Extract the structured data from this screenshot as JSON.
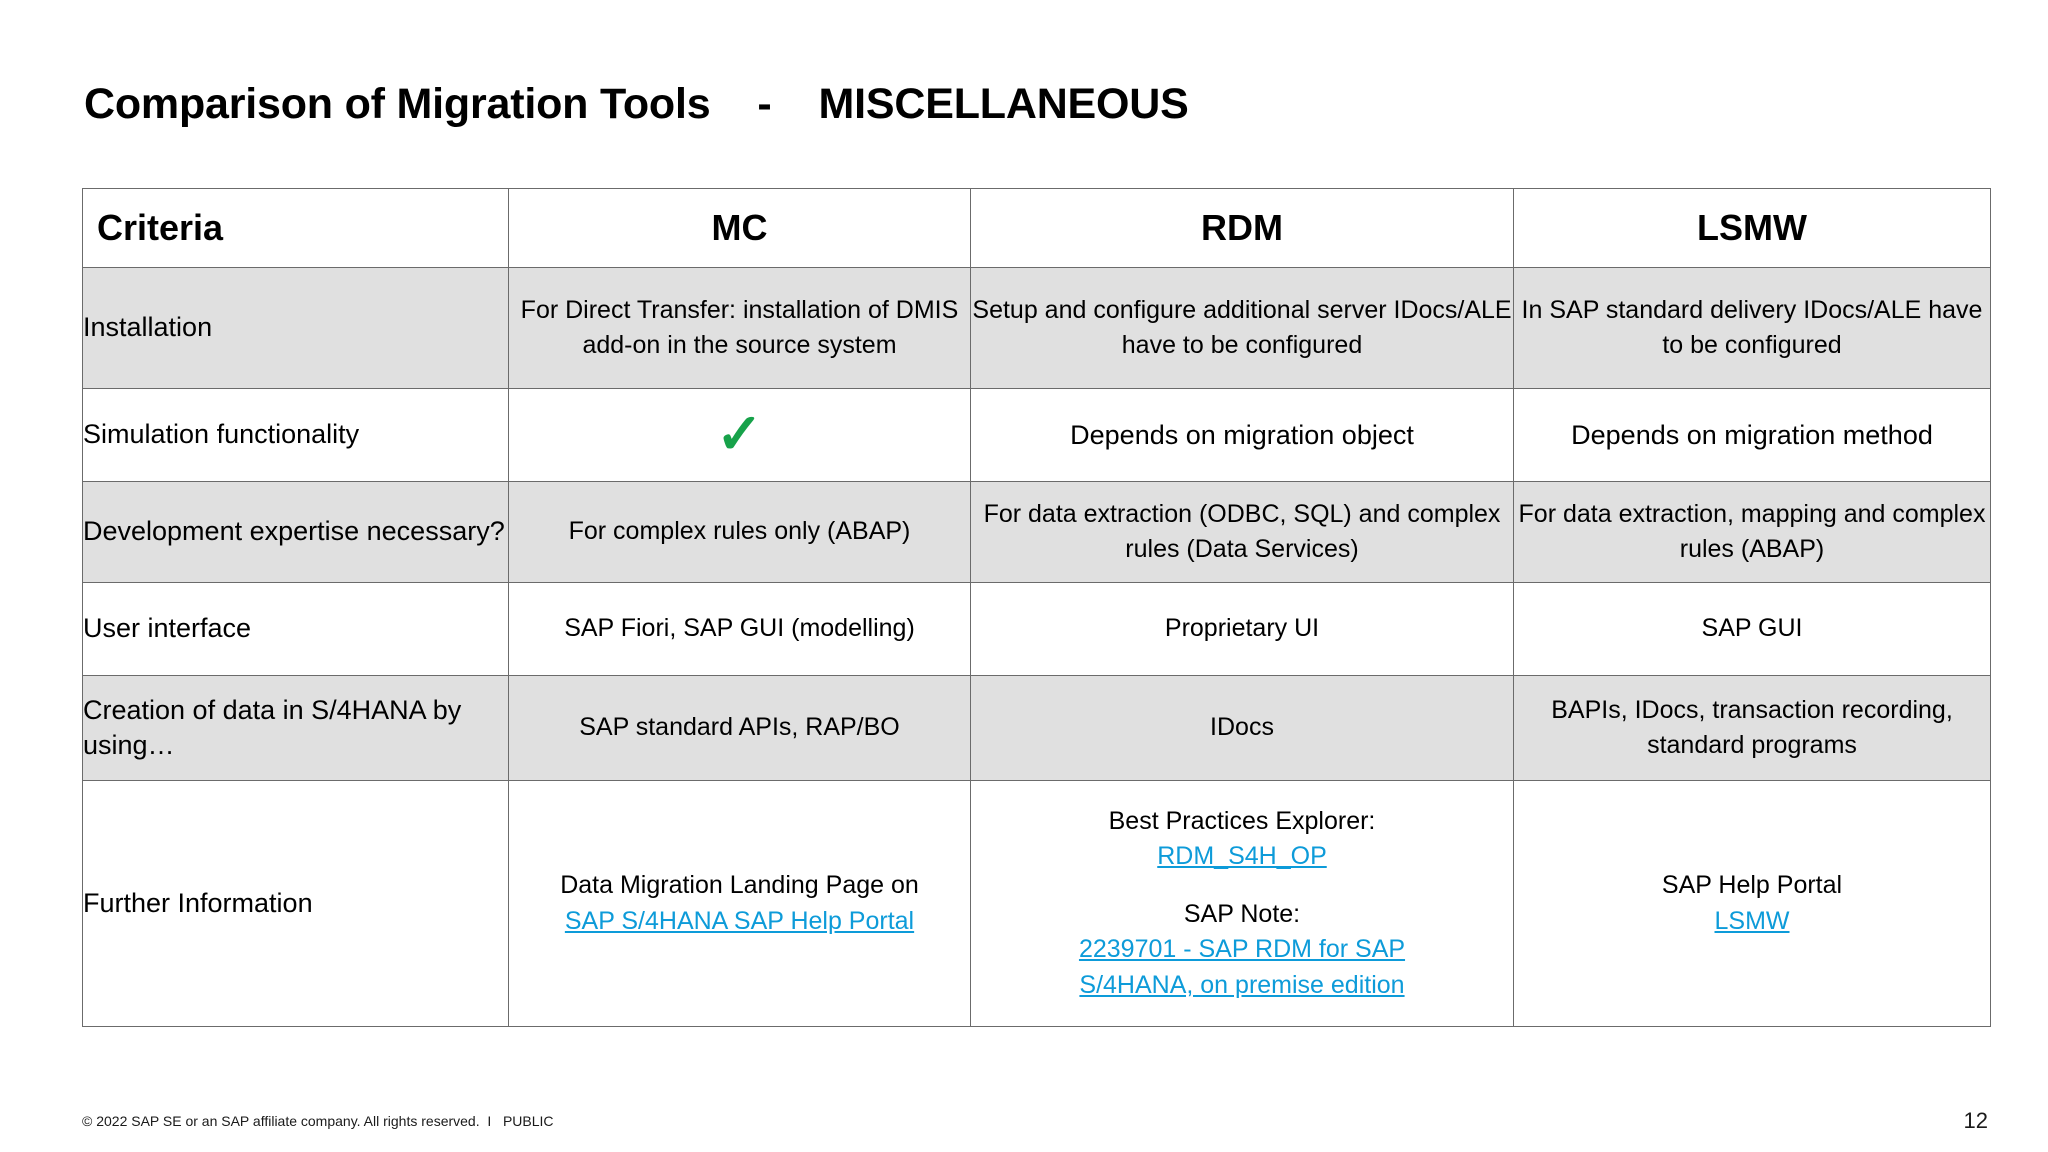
{
  "slide": {
    "title": "Comparison of Migration Tools    -    MISCELLANEOUS",
    "page_number": "12",
    "footer": "© 2022 SAP SE or an SAP affiliate company. All rights reserved.  I   PUBLIC"
  },
  "colors": {
    "link": "#0d9bd9",
    "check": "#17a24a",
    "shaded_row": "#e0e0e0",
    "border": "#6b6b6b"
  },
  "table": {
    "headers": {
      "criteria": "Criteria",
      "mc": "MC",
      "rdm": "RDM",
      "lsmw": "LSMW"
    },
    "rows": [
      {
        "criteria": "Installation",
        "mc": "For Direct Transfer: installation of DMIS add-on in the source system",
        "rdm": "Setup and configure additional server IDocs/ALE have to be configured",
        "lsmw": "In SAP standard delivery IDocs/ALE have to be configured"
      },
      {
        "criteria": "Simulation functionality",
        "mc_icon": "check-icon",
        "mc": "✓",
        "rdm": "Depends on migration object",
        "lsmw": "Depends on migration method"
      },
      {
        "criteria": "Development expertise necessary?",
        "mc": "For complex rules only (ABAP)",
        "rdm": "For data extraction (ODBC, SQL) and complex rules (Data Services)",
        "lsmw": "For data extraction, mapping and complex rules (ABAP)"
      },
      {
        "criteria": "User interface",
        "mc": "SAP Fiori, SAP GUI (modelling)",
        "rdm": "Proprietary UI",
        "lsmw": "SAP GUI"
      },
      {
        "criteria": "Creation of data in S/4HANA by using…",
        "mc": "SAP standard APIs, RAP/BO",
        "rdm": "IDocs",
        "lsmw": "BAPIs, IDocs, transaction recording, standard programs"
      },
      {
        "criteria": "Further Information",
        "mc_text": "Data Migration Landing Page on",
        "mc_link": "SAP S/4HANA SAP Help Portal",
        "rdm_text1": "Best Practices Explorer:",
        "rdm_link1": "RDM_S4H_OP",
        "rdm_text2": "SAP Note:",
        "rdm_link2a": "2239701 - SAP RDM for SAP",
        "rdm_link2b": "S/4HANA, on premise edition",
        "lsmw_text": "SAP Help Portal",
        "lsmw_link": "LSMW"
      }
    ]
  }
}
